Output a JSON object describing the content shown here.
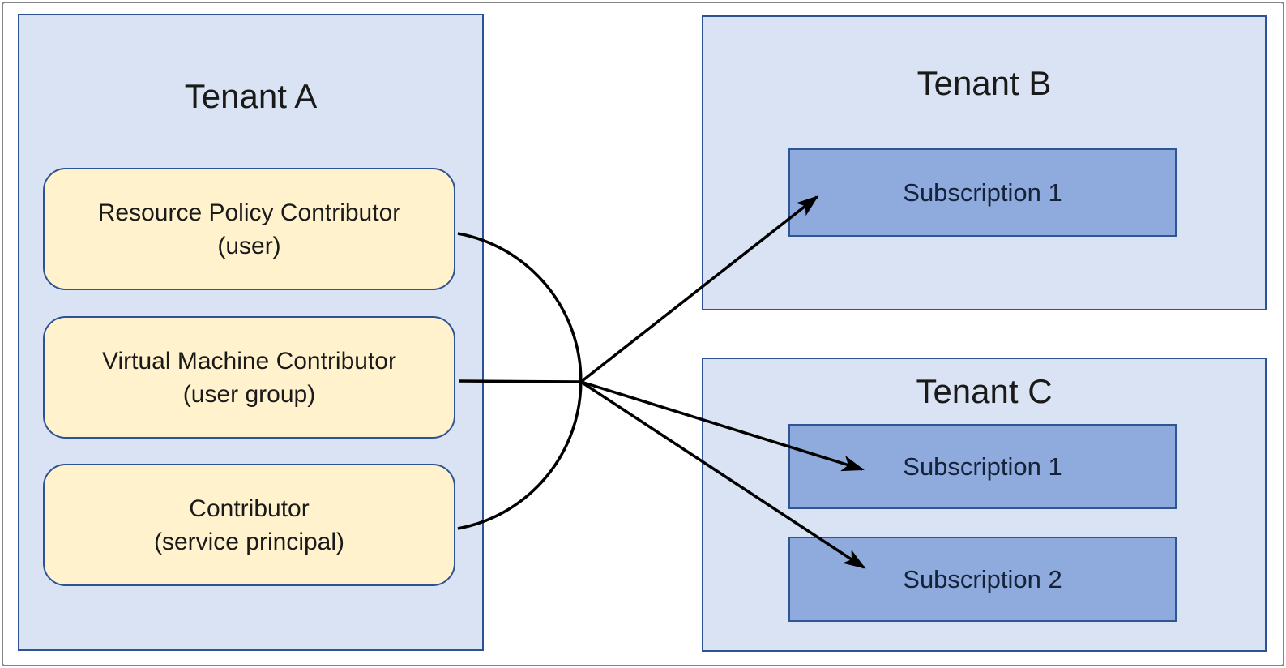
{
  "diagram": {
    "description": "Azure cross-tenant role assignment diagram",
    "tenant_a": {
      "title": "Tenant A",
      "roles": [
        {
          "line1": "Resource Policy Contributor",
          "line2": "(user)"
        },
        {
          "line1": "Virtual Machine Contributor",
          "line2": "(user group)"
        },
        {
          "line1": "Contributor",
          "line2": "(service principal)"
        }
      ]
    },
    "tenant_b": {
      "title": "Tenant B",
      "subscriptions": [
        "Subscription 1"
      ]
    },
    "tenant_c": {
      "title": "Tenant C",
      "subscriptions": [
        "Subscription 1",
        "Subscription 2"
      ]
    },
    "connections": [
      {
        "from": "tenant-a-roles",
        "to": "tenant-b-subscription-1"
      },
      {
        "from": "tenant-a-roles",
        "to": "tenant-c-subscription-1"
      },
      {
        "from": "tenant-a-roles",
        "to": "tenant-c-subscription-2"
      }
    ],
    "colors": {
      "tenant_fill": "#dae3f3",
      "tenant_border": "#2e5395",
      "role_fill": "#fff2cc",
      "role_border": "#2e5395",
      "subscription_fill": "#8faadc",
      "subscription_border": "#2f5597",
      "connector": "#000000",
      "frame": "#858585",
      "text": "#1a1a1a"
    }
  }
}
